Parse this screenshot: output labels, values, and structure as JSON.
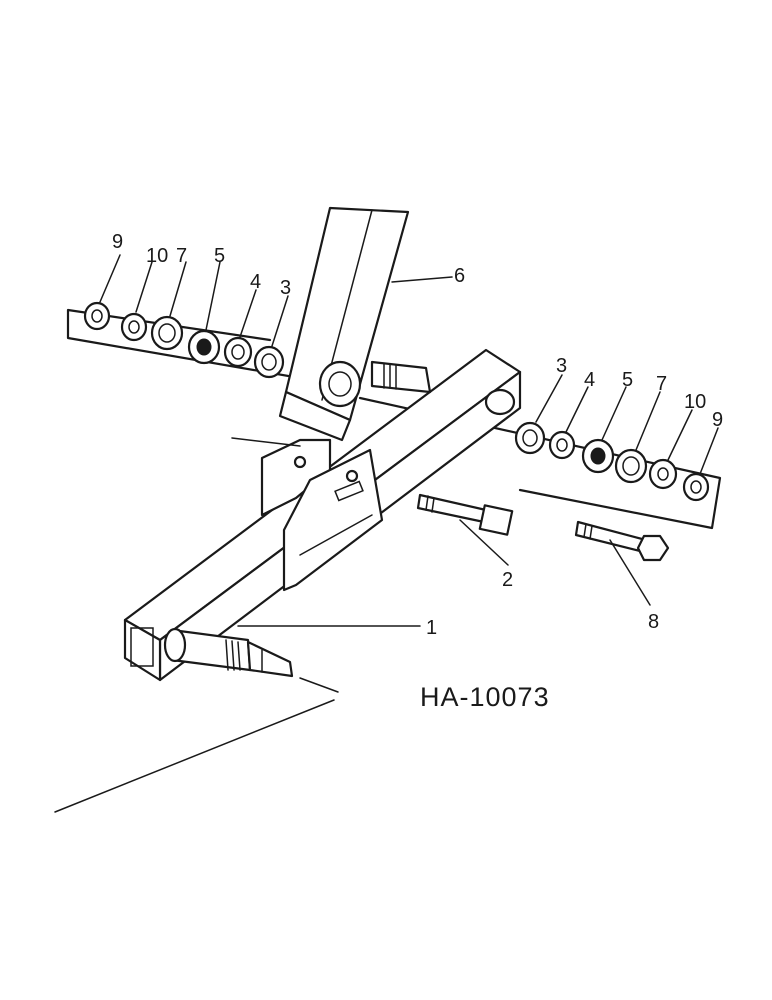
{
  "drawing_id": "HA-10073",
  "callouts": {
    "left_9": "9",
    "left_10": "10",
    "left_7": "7",
    "left_5": "5",
    "left_4": "4",
    "left_3": "3",
    "part_6": "6",
    "right_3": "3",
    "right_4": "4",
    "right_5": "5",
    "right_7": "7",
    "right_10": "10",
    "right_9": "9",
    "part_2": "2",
    "part_8": "8",
    "part_1": "1"
  }
}
